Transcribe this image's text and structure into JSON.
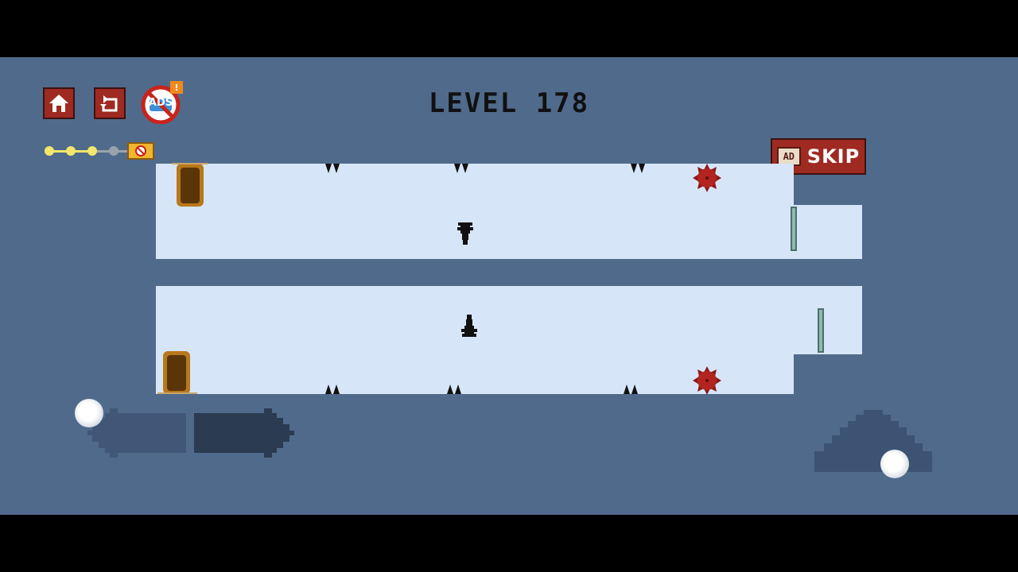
{
  "hud": {
    "level_label": "LEVEL 178",
    "home_icon": "home-icon",
    "restart_icon": "restart-icon",
    "no_ads_label": "ADS",
    "no_ads_badge": "!",
    "progress": {
      "total": 5,
      "completed": 3,
      "current": 4
    }
  },
  "skip": {
    "ad_label": "AD",
    "label": "SKIP"
  },
  "controls": {
    "left_icon": "arrow-left-icon",
    "right_icon": "arrow-right-icon",
    "jump_icon": "jump-arrow-icon"
  },
  "colors": {
    "background": "#506a8b",
    "room": "#d6e6f8",
    "button": "#9e2a22",
    "hazard": "#8b1a1a",
    "door": "#6b3f0e",
    "progress_done": "#f3e66b",
    "progress_todo": "#9aa3ad"
  }
}
